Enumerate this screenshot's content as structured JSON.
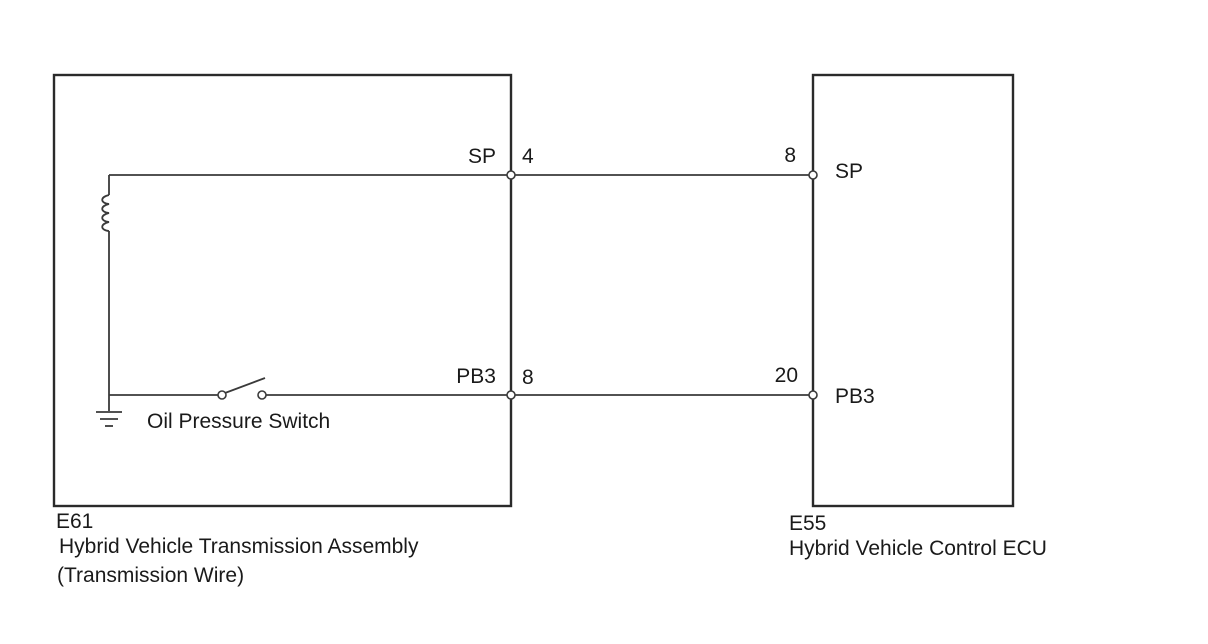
{
  "components": {
    "left": {
      "code": "E61",
      "name": "Hybrid Vehicle Transmission Assembly",
      "subname": "(Transmission Wire)"
    },
    "right": {
      "code": "E55",
      "name": "Hybrid Vehicle Control ECU"
    }
  },
  "signals": {
    "sp": {
      "left_label": "SP",
      "left_pin": "4",
      "right_pin": "8",
      "right_label": "SP"
    },
    "pb3": {
      "left_label": "PB3",
      "left_pin": "8",
      "right_pin": "20",
      "right_label": "PB3"
    }
  },
  "switch_label": "Oil Pressure Switch",
  "icons": [
    "solenoid-coil-icon",
    "switch-icon",
    "ground-icon"
  ]
}
